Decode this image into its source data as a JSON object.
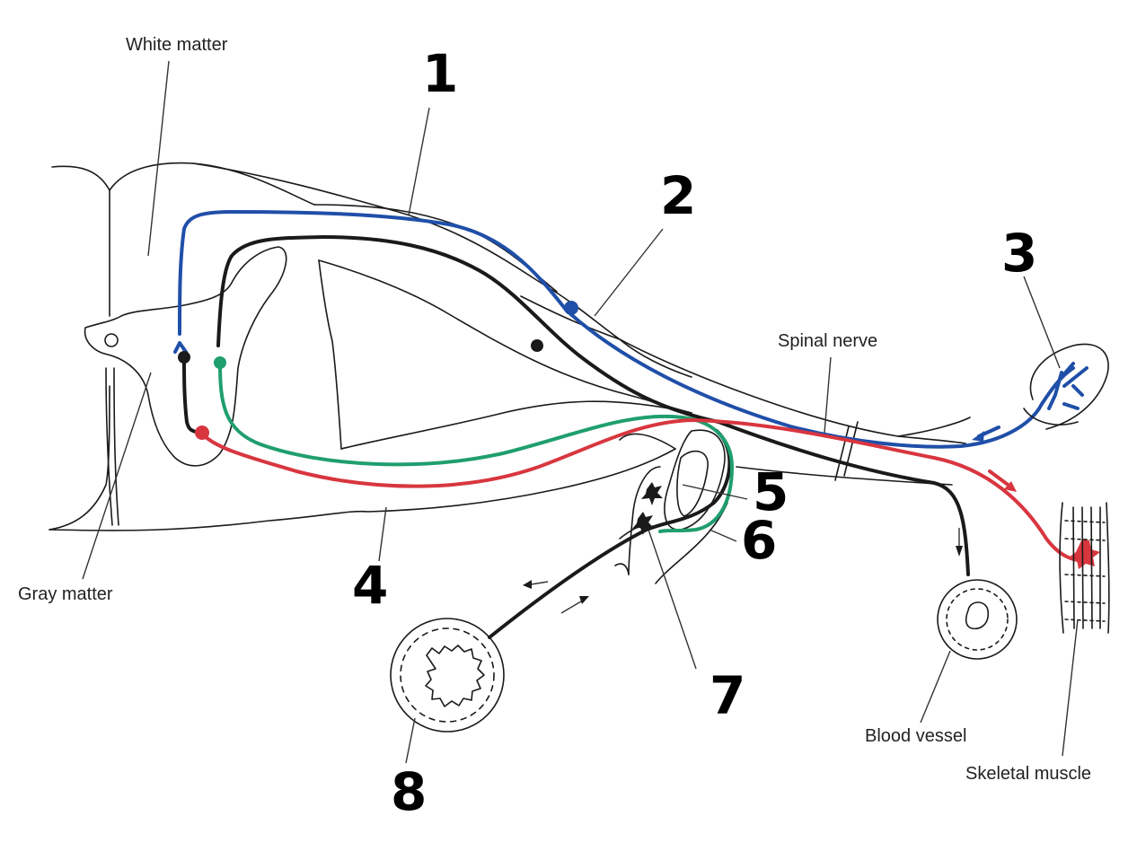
{
  "labels": {
    "white_matter": "White matter",
    "gray_matter": "Gray matter",
    "spinal_nerve": "Spinal nerve",
    "blood_vessel": "Blood vessel",
    "skeletal_muscle": "Skeletal muscle"
  },
  "numbers": {
    "n1": "1",
    "n2": "2",
    "n3": "3",
    "n4": "4",
    "n5": "5",
    "n6": "6",
    "n7": "7",
    "n8": "8"
  },
  "colors": {
    "sensory_fiber": "#1f4fa8",
    "interneuron_fiber": "#1a1a1a",
    "preganglionic_fiber": "#1f9e6e",
    "somatic_motor_fiber": "#d8363f"
  }
}
